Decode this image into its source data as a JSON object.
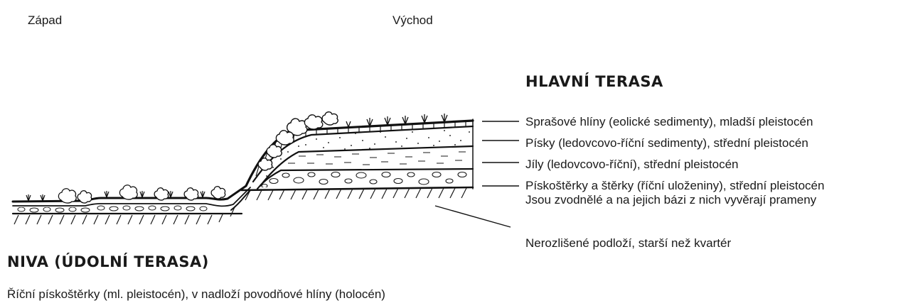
{
  "directions": {
    "west": "Západ",
    "east": "Východ"
  },
  "main_terrace": {
    "title": "HLAVNÍ TERASA",
    "layers": [
      {
        "text": "Sprašové hlíny (eolické sedimenty), mladší pleistocén"
      },
      {
        "text": "Písky (ledovcovo-říční sedimenty), střední pleistocén"
      },
      {
        "text": "Jíly (ledovcovo-říční), střední pleistocén"
      },
      {
        "text": "Pískoštěrky a štěrky (říční uloženiny), střední pleistocén"
      }
    ],
    "aquifer_note": "Jsou zvodnělé a na jejich bázi z nich vyvěrají prameny",
    "bedrock": "Nerozlišené podloží, starší než kvartér"
  },
  "floodplain": {
    "title": "NIVA (ÚDOLNÍ TERASA)",
    "description": "Říční pískoštěrky (ml. pleistocén), v nadloží povodňové hlíny (holocén)"
  }
}
